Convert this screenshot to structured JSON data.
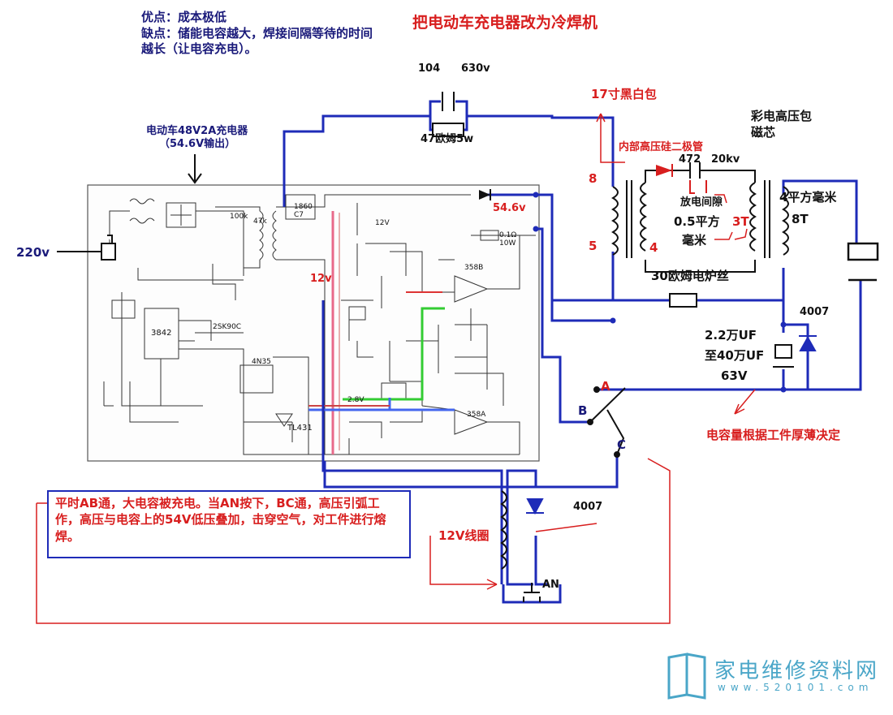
{
  "title": "把电动车充电器改为冷焊机",
  "pros": "优点：成本极低",
  "cons": "缺点：储能电容越大，焊接间隔等待的时间越长（让电容充电）。",
  "labels": {
    "charger": "电动车48V2A充电器",
    "charger_out": "（54.6V输出）",
    "input": "220v",
    "cap_104": "104",
    "cap_630": "630v",
    "res_47": "47欧姆5w",
    "flyback": "17寸黑白包",
    "diode_inner": "内部高压硅二极管",
    "cap_472": "472",
    "kv20": "20kv",
    "gap": "放电间隙",
    "wire05": "0.5平方",
    "mm2": "毫米",
    "t3": "3T",
    "core1": "彩电高压包",
    "core2": "磁芯",
    "sq4": "4平方毫米",
    "t8": "8T",
    "pin8": "8",
    "pin5": "5",
    "pin4": "4",
    "res30": "30欧姆电炉丝",
    "d4007_top": "4007",
    "cap_range1": "2.2万UF",
    "cap_range2": "至40万UF",
    "v63": "63V",
    "cap_note": "电容量根据工件厚薄决定",
    "v546": "54.6v",
    "v12": "12v",
    "sw_a": "A",
    "sw_b": "B",
    "sw_c": "C",
    "coil12": "12V线圈",
    "d4007_bot": "4007",
    "an": "AN",
    "note": "平时AB通，大电容被充电。当AN按下，BC通，高压引弧工作，高压与电容上的54V低压叠加，击穿空气，对工件进行熔焊。",
    "pcb": {
      "ic3842": "3842",
      "tl431": "TL431",
      "ic4n35": "4N35",
      "c1860": "1860\nC7",
      "t2sk": "2SK90C",
      "ic358a": "358A",
      "ic358b": "358B",
      "r100k": "100k",
      "r47k": "47k",
      "v12s": "12V",
      "v28": "2.8V",
      "r01": "0.1Ω\n10W"
    }
  },
  "logo": {
    "text": "家电维修资料网",
    "url": "www.520101.com"
  },
  "colors": {
    "wire": "#1e2bb8",
    "red": "#d81e1e",
    "dark": "#1a1a7a",
    "pcb_line": "#333333",
    "logo": "#4aa6c8"
  }
}
